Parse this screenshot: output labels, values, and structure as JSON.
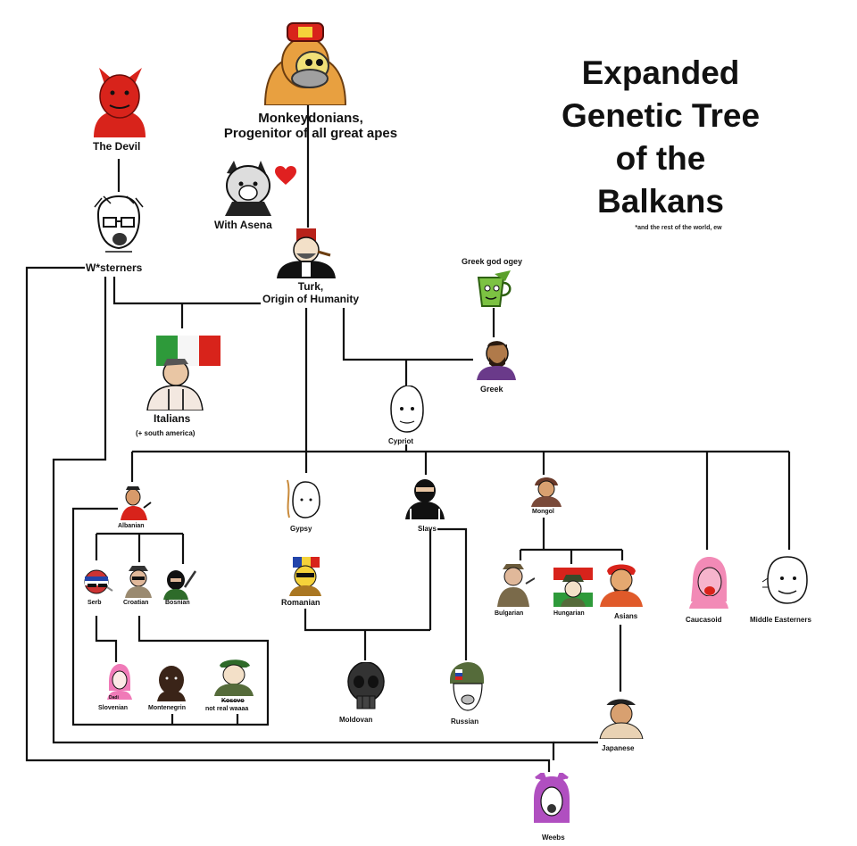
{
  "title_lines": [
    "Expanded",
    "Genetic Tree",
    "of the",
    "Balkans"
  ],
  "footnote": "*and the rest of the world, ew",
  "labels": {
    "monkey_1": "Monkeydonians,",
    "monkey_2": "Progenitor of all great apes",
    "devil": "The Devil",
    "asena": "With Asena",
    "westerners": "W*sterners",
    "turk_1": "Turk,",
    "turk_2": "Origin of Humanity",
    "greek_god": "Greek god ogey",
    "greek": "Greek",
    "italians": "Italians",
    "italians_sub": "(+ south america)",
    "cypriot": "Cypriot",
    "albanian": "Albanian",
    "gypsy": "Gypsy",
    "slavs": "Slavs",
    "mongol": "Mongol",
    "serb": "Serb",
    "croatian": "Croatian",
    "bosnian": "Bosnian",
    "romanian": "Romanian",
    "bulgarian": "Bulgarian",
    "hungarian": "Hungarian",
    "asians": "Asians",
    "caucasoid": "Caucasoid",
    "middle_easterners": "Middle Easterners",
    "slovenian": "Slovenian",
    "montenegrin": "Montenegrin",
    "kosovo_struck": "Kosovo",
    "kosovo_text": "not real waaaa",
    "moldovan": "Moldovan",
    "russian": "Russian",
    "japanese": "Japanese",
    "weebs": "Weebs",
    "slovenian_tag": "Dadi"
  },
  "colors": {
    "line": "#111111",
    "devil_red": "#d8231b",
    "monkey_orange": "#e8a040",
    "heart": "#e02020",
    "pink": "#f07ab8",
    "purple": "#b04fc0"
  }
}
